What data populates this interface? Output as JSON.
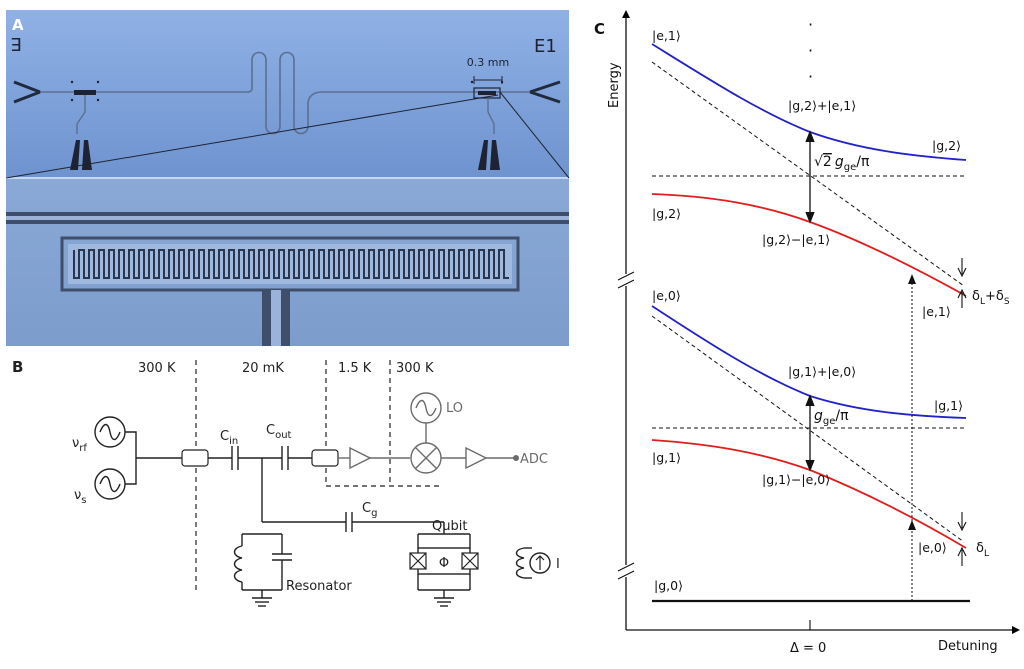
{
  "panels": {
    "a": {
      "letter": "A",
      "left_marker": "E",
      "right_marker": "E1",
      "scale": "0.3 mm"
    },
    "b": {
      "letter": "B",
      "temps": [
        "300 K",
        "20 mK",
        "1.5 K",
        "300 K"
      ],
      "nu_rf_main": "ν",
      "nu_rf_sub": "rf",
      "nu_s_main": "ν",
      "nu_s_sub": "s",
      "c_in_main": "C",
      "c_in_sub": "in",
      "c_out_main": "C",
      "c_out_sub": "out",
      "c_g_main": "C",
      "c_g_sub": "g",
      "lo": "LO",
      "adc": "ADC",
      "qubit": "Qubit",
      "resonator": "Resonator",
      "phi": "Φ",
      "current": "I"
    },
    "c": {
      "letter": "C",
      "y_axis": "Energy",
      "x_axis": "Detuning",
      "zero": "Δ = 0",
      "ellipsis": "·",
      "states": {
        "e1": "|e,1⟩",
        "g2_right": "|g,2⟩",
        "g2_left": "|g,2⟩",
        "plus2": "|g,2⟩+|e,1⟩",
        "minus2": "|g,2⟩−|e,1⟩",
        "e0": "|e,0⟩",
        "e1_right": "|e,1⟩",
        "plus1": "|g,1⟩+|e,0⟩",
        "g1_right": "|g,1⟩",
        "g1_left": "|g,1⟩",
        "minus1": "|g,1⟩−|e,0⟩",
        "e0_right": "|e,0⟩",
        "g0": "|g,0⟩"
      },
      "split2": {
        "prefix": "√",
        "num": "2",
        "g": "g",
        "sub": "ge",
        "den": "/π"
      },
      "split1": {
        "g": "g",
        "sub": "ge",
        "den": "/π"
      },
      "delta_ls": {
        "a": "δ",
        "a_sub": "L",
        "plus": "+",
        "b": "δ",
        "b_sub": "S"
      },
      "delta_l": {
        "a": "δ",
        "a_sub": "L"
      },
      "colors": {
        "upper": "#2222c8",
        "lower": "#e01e1e"
      }
    }
  }
}
